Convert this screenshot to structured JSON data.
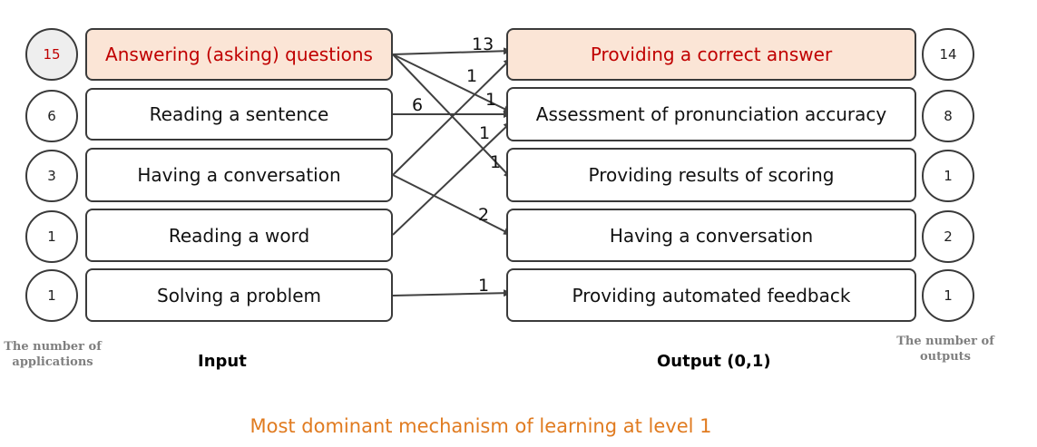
{
  "inputs": [
    {
      "count": "15",
      "label": "Answering (asking) questions"
    },
    {
      "count": "6",
      "label": "Reading a sentence"
    },
    {
      "count": "3",
      "label": "Having a conversation"
    },
    {
      "count": "1",
      "label": "Reading a word"
    },
    {
      "count": "1",
      "label": "Solving a problem"
    }
  ],
  "outputs": [
    {
      "count": "14",
      "label": "Providing a correct answer"
    },
    {
      "count": "8",
      "label": "Assessment of pronunciation accuracy"
    },
    {
      "count": "1",
      "label": "Providing results of scoring"
    },
    {
      "count": "2",
      "label": "Having a conversation"
    },
    {
      "count": "1",
      "label": "Providing automated feedback"
    }
  ],
  "links": [
    {
      "from": 0,
      "to": 0,
      "label": "13"
    },
    {
      "from": 0,
      "to": 1,
      "label": "1"
    },
    {
      "from": 0,
      "to": 2,
      "label": "1"
    },
    {
      "from": 1,
      "to": 1,
      "label": "6"
    },
    {
      "from": 2,
      "to": 0,
      "label": "1"
    },
    {
      "from": 2,
      "to": 3,
      "label": "2"
    },
    {
      "from": 3,
      "to": 1,
      "label": "1"
    },
    {
      "from": 4,
      "to": 4,
      "label": "1"
    }
  ],
  "captions": {
    "applications": "The number of applications",
    "outputs_count": "The number of outputs",
    "input": "Input",
    "output": "Output (0,1)"
  },
  "footer": "Most dominant mechanism of learning at level 1",
  "colors": {
    "highlight_fill": "#fbe5d6",
    "highlight_text": "#c00000",
    "footer_text": "#e07b20",
    "caption_grey": "#7f7f7f"
  }
}
